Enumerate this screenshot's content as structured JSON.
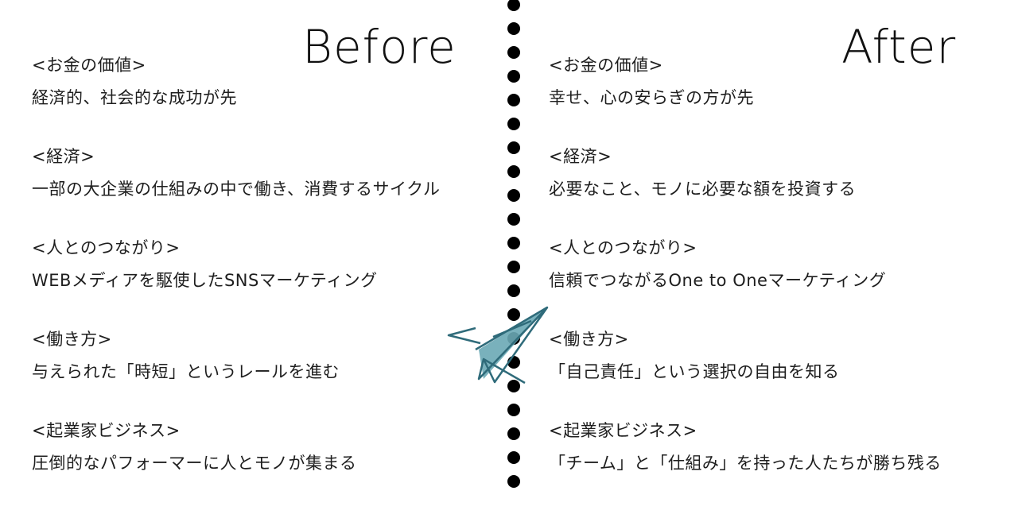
{
  "titles": {
    "before": "Before",
    "after": "After"
  },
  "before": [
    {
      "heading": "<お金の価値>",
      "body": "経済的、社会的な成功が先"
    },
    {
      "heading": "<経済>",
      "body": "一部の大企業の仕組みの中で働き、消費するサイクル"
    },
    {
      "heading": "<人とのつながり>",
      "body": "WEBメディアを駆使したSNSマーケティング"
    },
    {
      "heading": "<働き方>",
      "body": "与えられた「時短」というレールを進む"
    },
    {
      "heading": "<起業家ビジネス>",
      "body": "圧倒的なパフォーマーに人とモノが集まる"
    }
  ],
  "after": [
    {
      "heading": "<お金の価値>",
      "body": "幸せ、心の安らぎの方が先"
    },
    {
      "heading": "<経済>",
      "body": "必要なこと、モノに必要な額を投資する"
    },
    {
      "heading": "<人とのつながり>",
      "body": "信頼でつながるOne to Oneマーケティング"
    },
    {
      "heading": "<働き方>",
      "body": "「自己責任」という選択の自由を知る"
    },
    {
      "heading": "<起業家ビジネス>",
      "body": "「チーム」と「仕組み」を持った人たちが勝ち残る"
    }
  ],
  "icons": {
    "divider": "dotted-divider",
    "plane": "paper-airplane-icon"
  },
  "colors": {
    "plane_stroke": "#2f6b7a",
    "plane_fill": "#6aa9b5",
    "text": "#1e1e1e",
    "dot": "#000000"
  }
}
